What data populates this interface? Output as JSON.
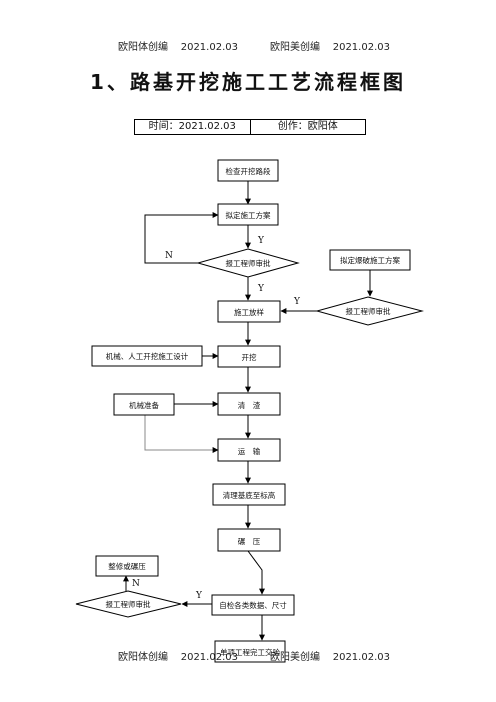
{
  "header_top": {
    "left": "欧阳体创编",
    "left_date": "2021.02.03",
    "right": "欧阳美创编",
    "right_date": "2021.02.03"
  },
  "header_bottom": {
    "left": "欧阳体创编",
    "left_date": "2021.02.03",
    "right": "欧阳美创编",
    "right_date": "2021.02.03"
  },
  "title": "1、路基开挖施工工艺流程框图",
  "meta": {
    "time": "时间：2021.02.03",
    "author": "创作：欧阳体"
  },
  "nodes": {
    "check_section": "检查开挖路段",
    "draft_plan": "拟定施工方案",
    "approve1": "报工程师审批",
    "blast_plan": "拟定爆破施工方案",
    "approve2": "报工程师审批",
    "survey": "施工放样",
    "excavate": "开挖",
    "design": "机械、人工开挖施工设计",
    "machine_prep": "机械准备",
    "clean": "清　渣",
    "transport": "运　输",
    "grade": "清理基底至标高",
    "compact": "碾　压",
    "rework": "整修或碾压",
    "approve3": "报工程师审批",
    "self_check": "自检各类数据、尺寸",
    "handover": "单项工程完工交验"
  },
  "labels": {
    "n1": "N",
    "y1": "Y",
    "y2": "Y",
    "y3": "Y",
    "n2": "N",
    "y4": "Y"
  }
}
